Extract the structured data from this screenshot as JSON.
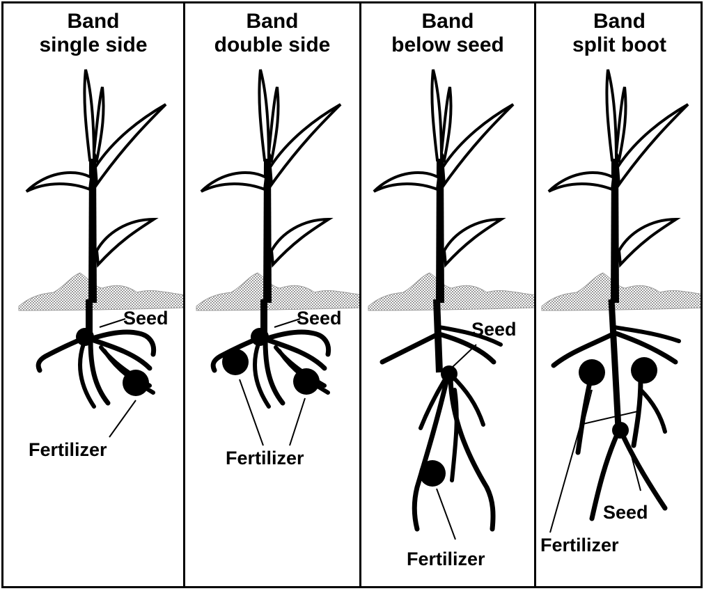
{
  "panels": [
    {
      "title_line1": "Band",
      "title_line2": "single side",
      "seed_label": "Seed",
      "fertilizer_label": "Fertilizer"
    },
    {
      "title_line1": "Band",
      "title_line2": "double side",
      "seed_label": "Seed",
      "fertilizer_label": "Fertilizer"
    },
    {
      "title_line1": "Band",
      "title_line2": "below seed",
      "seed_label": "Seed",
      "fertilizer_label": "Fertilizer"
    },
    {
      "title_line1": "Band",
      "title_line2": "split boot",
      "seed_label": "Seed",
      "fertilizer_label": "Fertilizer"
    }
  ],
  "colors": {
    "ink": "#000000",
    "soil": "#bdbdbd",
    "background": "#ffffff"
  }
}
